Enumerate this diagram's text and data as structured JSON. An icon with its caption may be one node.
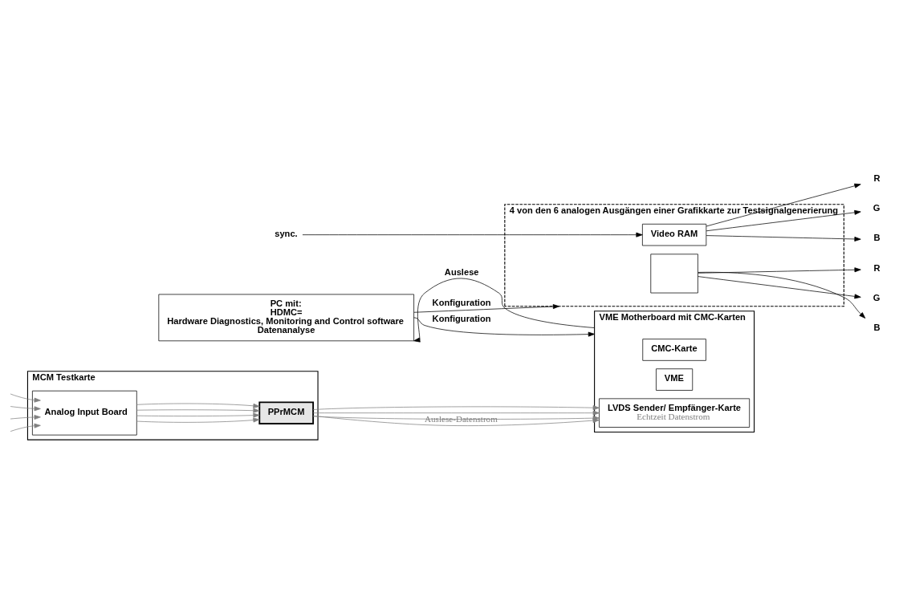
{
  "diagram": {
    "nodes": [
      {
        "text": [
          "4 von den 6 analogen Ausgängen einer Grafikkarte zur Testsignalgenerierung"
        ]
      },
      {
        "text": [
          "Video RAM"
        ],
        "in": 0
      },
      {
        "text": [],
        "shape": "box",
        "in": 0
      },
      {
        "text": [
          "sync."
        ]
      },
      {
        "text": [
          "R"
        ]
      },
      {
        "text": [
          "G"
        ]
      },
      {
        "text": [
          "B"
        ]
      },
      {
        "text": [
          "R"
        ]
      },
      {
        "text": [
          "G"
        ]
      },
      {
        "text": [
          "B"
        ]
      },
      {
        "text": [
          "MCM Testkarte"
        ]
      },
      {
        "text": [
          "Analog Input Board"
        ],
        "in": 10
      },
      {
        "text": [
          "PPrMCM"
        ],
        "in": 10
      },
      {
        "text": [
          "VME Motherboard mit CMC-Karten"
        ]
      },
      {
        "text": [
          "LVDS Sender/ Empfänger-Karte",
          "Echtzeit Datenstrom"
        ],
        "in": 13
      },
      {
        "text": [
          "CMC-Karte"
        ],
        "in": 13
      },
      {
        "text": [
          "VME"
        ],
        "in": 13
      },
      {
        "text": [
          "PC mit:",
          "HDMC=",
          "Hardware Diagnostics, Monitoring and Control software",
          "Datenanalyse"
        ]
      }
    ],
    "edges": [
      {
        "from": 3,
        "to": 1,
        "arrow": "to",
        "color": "#000000"
      },
      {
        "from": 1,
        "to": 4,
        "arrow": "to",
        "color": "#000000"
      },
      {
        "from": 1,
        "to": 5,
        "arrow": "to",
        "color": "#000000"
      },
      {
        "from": 1,
        "to": 6,
        "arrow": "to",
        "color": "#000000"
      },
      {
        "from": 2,
        "to": 7,
        "arrow": "to",
        "color": "#000000"
      },
      {
        "from": 2,
        "to": 8,
        "arrow": "to",
        "color": "#000000"
      },
      {
        "from": 2,
        "to": 9,
        "arrow": "to",
        "color": "#000000"
      },
      {
        "from": null,
        "to": 11,
        "arrow": "to"
      },
      {
        "from": null,
        "to": 11,
        "arrow": "to"
      },
      {
        "from": null,
        "to": 11,
        "arrow": "to"
      },
      {
        "from": null,
        "to": 11,
        "arrow": "to"
      },
      {
        "from": 11,
        "to": 12,
        "arrow": "to"
      },
      {
        "from": 11,
        "to": 12,
        "arrow": "to"
      },
      {
        "from": 11,
        "to": 12,
        "arrow": "to"
      },
      {
        "from": 11,
        "to": 12,
        "arrow": "to"
      },
      {
        "from": 12,
        "to": 14,
        "arrow": "to"
      },
      {
        "from": 12,
        "to": 14,
        "arrow": "to"
      },
      {
        "from": 12,
        "to": 14,
        "arrow": "to"
      },
      {
        "from": 12,
        "to": 14,
        "arrow": "to",
        "label": "Auslese-Datenstrom"
      },
      {
        "from": 17,
        "to": 0,
        "arrow": "to",
        "label": "Konfiguration",
        "color": "#000000"
      },
      {
        "from": 17,
        "to": 13,
        "arrow": "to",
        "label": "Konfiguration",
        "color": "#000000"
      },
      {
        "from": 13,
        "to": 17,
        "arrow": "to",
        "label": "Auslese",
        "color": "#000000"
      }
    ]
  }
}
